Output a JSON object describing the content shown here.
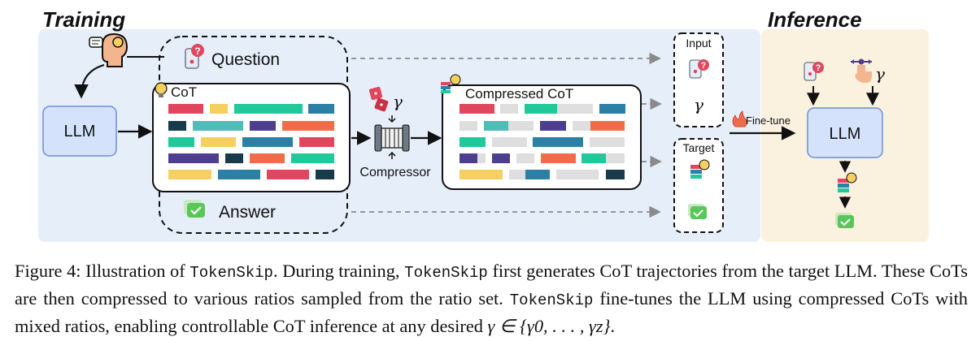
{
  "figure": {
    "training_title": "Training",
    "inference_title": "Inference",
    "question_label": "Question",
    "cot_label": "CoT",
    "answer_label": "Answer",
    "llm_label": "LLM",
    "compressor_label": "Compressor",
    "compressed_cot_label": "Compressed CoT",
    "input_label": "Input",
    "target_label": "Target",
    "finetune_label": "Fine-tune",
    "gamma_symbol": "γ",
    "colors": {
      "training_bg": "#e6eef9",
      "inference_bg": "#fbf1df",
      "llm_fill": "#d4e3fb",
      "llm_stroke": "#6b8fd6",
      "red": "#e0475e",
      "yellow": "#f6cf61",
      "green": "#1fc99a",
      "blue": "#2c7fa5",
      "navy": "#173b4a",
      "teal": "#4fbcb8",
      "purple": "#4d3e8f",
      "orange": "#f16d4a",
      "gray": "#dedede"
    }
  },
  "caption": {
    "label": "Figure 4: Illustration of ",
    "tool1": "TokenSkip",
    "t2": ". During training, ",
    "tool2": "TokenSkip",
    "t3": " first generates CoT trajectories from the target LLM. These CoTs are then compressed to various ratios sampled from the ratio set. ",
    "tool3": "TokenSkip",
    "t4": " fine-tunes the LLM using compressed CoTs with mixed ratios, enabling controllable CoT inference at any desired ",
    "math": "γ ∈ {γ0, . . . , γz}",
    "end": "."
  }
}
